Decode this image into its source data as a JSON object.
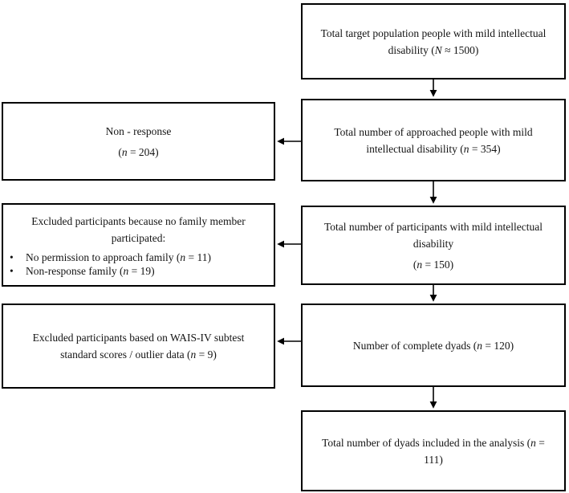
{
  "figure": {
    "type": "flowchart",
    "background_color": "#ffffff",
    "line_color": "#000000",
    "text_color": "#141414",
    "bullet_glyph": "•"
  },
  "boxes": {
    "total_target": {
      "lines": [
        {
          "seg": [
            {
              "t": "Total target population people with mild intellectual"
            }
          ]
        },
        {
          "seg": [
            {
              "t": "disability ("
            },
            {
              "t": "N",
              "i": true
            },
            {
              "t": " ≈ 1500)"
            }
          ]
        }
      ]
    },
    "approached": {
      "lines": [
        {
          "seg": [
            {
              "t": "Total number of approached people with mild"
            }
          ]
        },
        {
          "seg": [
            {
              "t": "intellectual disability ("
            },
            {
              "t": "n",
              "i": true
            },
            {
              "t": " = 354)"
            }
          ]
        }
      ]
    },
    "non_response": {
      "lines": [
        {
          "seg": [
            {
              "t": "Non - response"
            }
          ]
        },
        {
          "gap": true,
          "seg": [
            {
              "t": "("
            },
            {
              "t": "n",
              "i": true
            },
            {
              "t": " = 204)"
            }
          ]
        }
      ]
    },
    "participants": {
      "lines": [
        {
          "seg": [
            {
              "t": "Total number of participants with mild intellectual"
            }
          ]
        },
        {
          "seg": [
            {
              "t": "disability"
            }
          ]
        },
        {
          "gap": true,
          "seg": [
            {
              "t": "("
            },
            {
              "t": "n",
              "i": true
            },
            {
              "t": " = 150)"
            }
          ]
        }
      ]
    },
    "excluded_family": {
      "lines": [
        {
          "seg": [
            {
              "t": "Excluded participants because no family member"
            }
          ]
        },
        {
          "seg": [
            {
              "t": "participated:"
            }
          ]
        },
        {
          "bullet": true,
          "gap": true,
          "seg": [
            {
              "t": "No permission to approach family ("
            },
            {
              "t": "n",
              "i": true
            },
            {
              "t": " = 11)"
            }
          ]
        },
        {
          "bullet": true,
          "seg": [
            {
              "t": "Non-response family ("
            },
            {
              "t": "n",
              "i": true
            },
            {
              "t": " = 19)"
            }
          ]
        }
      ]
    },
    "complete_dyads": {
      "lines": [
        {
          "seg": [
            {
              "t": "Number of complete dyads ("
            },
            {
              "t": "n",
              "i": true
            },
            {
              "t": " = 120)"
            }
          ]
        }
      ]
    },
    "excluded_wais": {
      "lines": [
        {
          "seg": [
            {
              "t": "Excluded participants based on WAIS-IV subtest"
            }
          ]
        },
        {
          "seg": [
            {
              "t": "standard scores / outlier data ("
            },
            {
              "t": "n",
              "i": true
            },
            {
              "t": " = 9)"
            }
          ]
        }
      ]
    },
    "included_analysis": {
      "lines": [
        {
          "seg": [
            {
              "t": "Total number of dyads included in the analysis ("
            },
            {
              "t": "n",
              "i": true
            },
            {
              "t": " ="
            }
          ]
        },
        {
          "seg": [
            {
              "t": "111)"
            }
          ]
        }
      ]
    }
  }
}
